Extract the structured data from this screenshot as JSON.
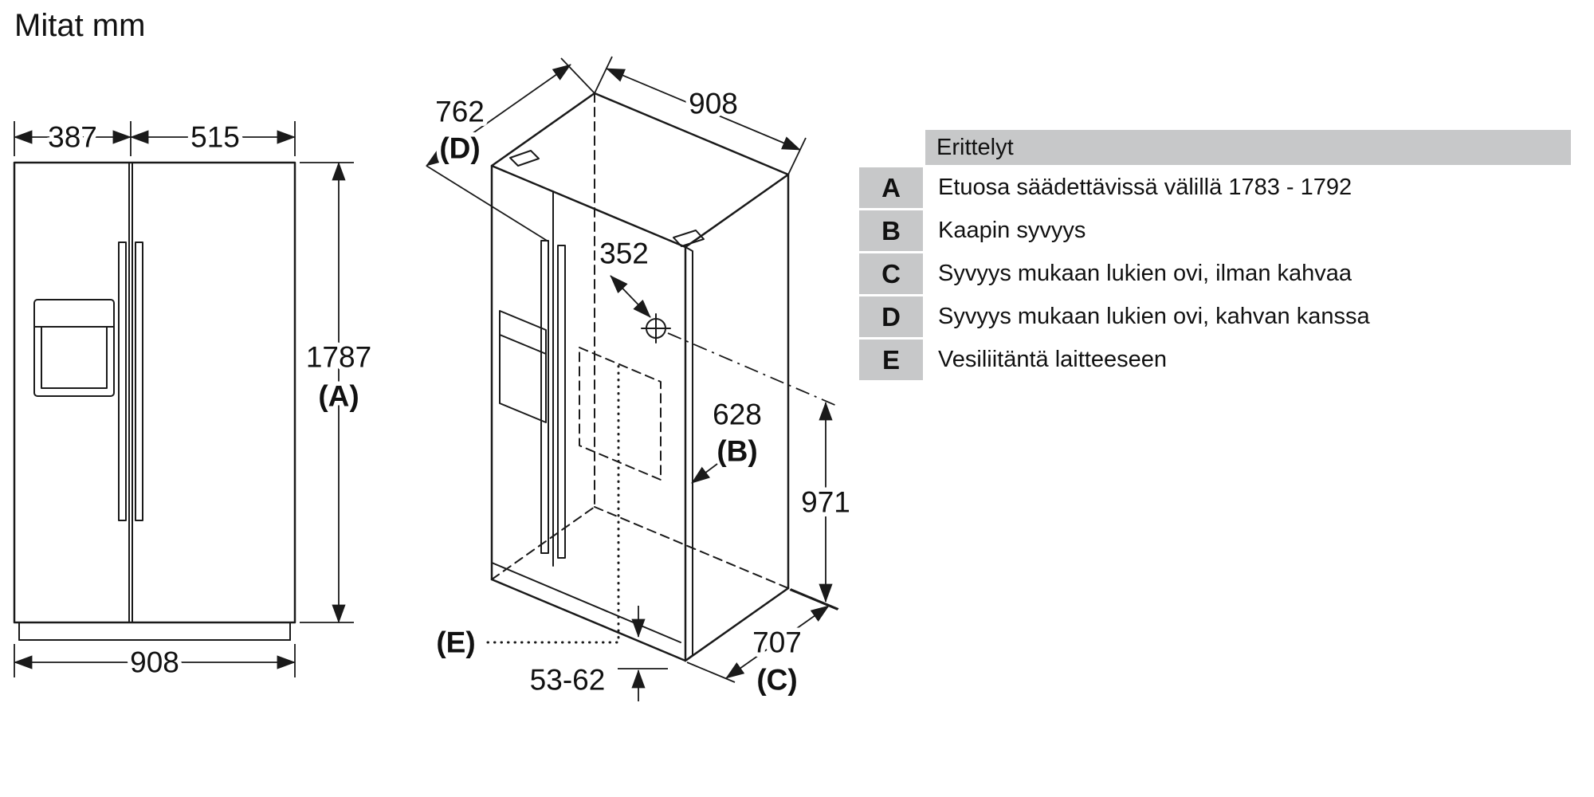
{
  "title": "Mitat mm",
  "front_view": {
    "dim_left_door_width": "387",
    "dim_right_door_width": "515",
    "dim_height": "1787",
    "dim_height_key": "(A)",
    "dim_total_width": "908"
  },
  "iso_view": {
    "dim_depth_with_handle": "762",
    "dim_depth_with_handle_key": "(D)",
    "dim_width": "908",
    "dim_water_offset": "352",
    "dim_cabinet_depth": "628",
    "dim_cabinet_depth_key": "(B)",
    "dim_water_height": "971",
    "dim_depth_with_door": "707",
    "dim_depth_with_door_key": "(C)",
    "dim_plinth_height": "53-62",
    "water_connection_key": "(E)"
  },
  "legend": {
    "header": "Erittelyt",
    "rows": [
      {
        "key": "A",
        "text": "Etuosa säädettävissä välillä 1783 - 1792"
      },
      {
        "key": "B",
        "text": "Kaapin syvyys"
      },
      {
        "key": "C",
        "text": "Syvyys mukaan lukien ovi, ilman kahvaa"
      },
      {
        "key": "D",
        "text": "Syvyys mukaan lukien ovi, kahvan kanssa"
      },
      {
        "key": "E",
        "text": "Vesiliitäntä laitteeseen"
      }
    ]
  }
}
